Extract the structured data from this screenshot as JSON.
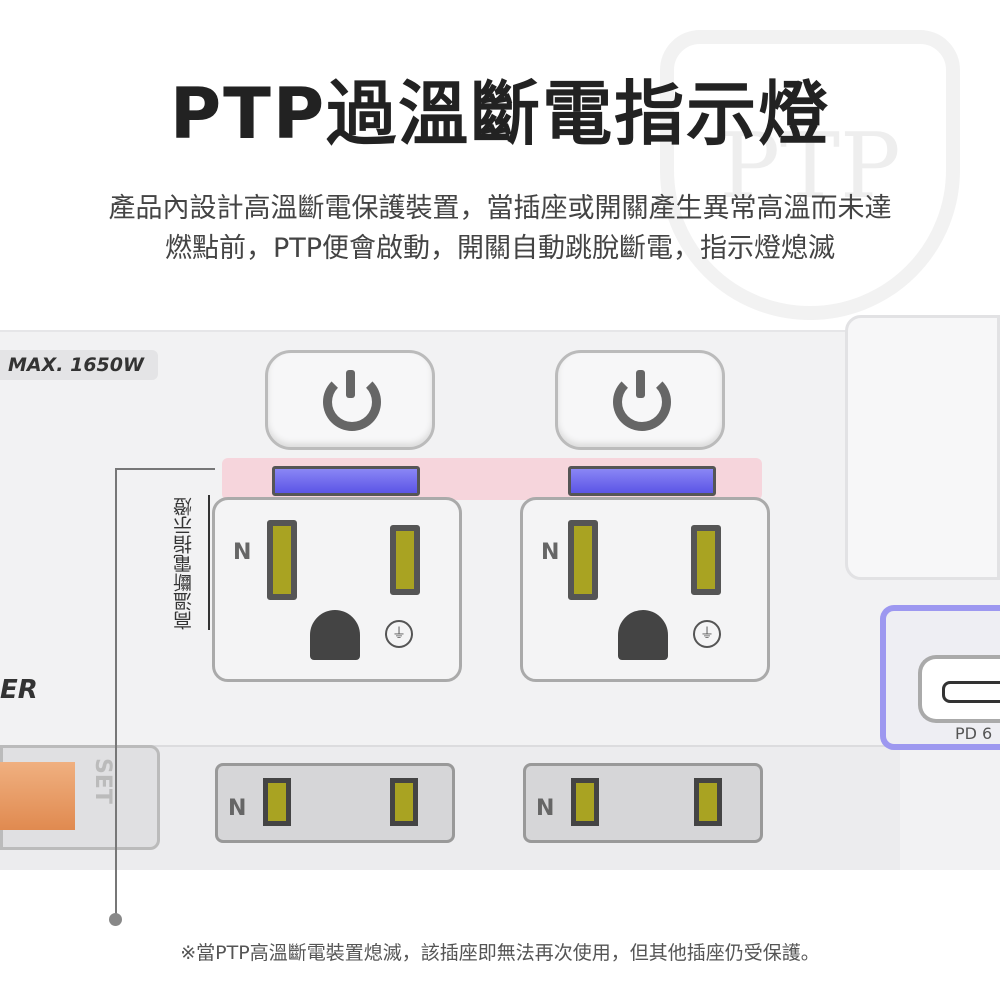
{
  "header": {
    "title": "PTP過溫斷電指示燈",
    "subtitle_line1": "產品內設計高溫斷電保護裝置，當插座或開關產生異常高溫而未達",
    "subtitle_line2": "燃點前，PTP便會啟動，開關自動跳脫斷電，指示燈熄滅"
  },
  "watermark": "PTP",
  "product": {
    "max_label": "MAX. 1650W",
    "er_label": "ER",
    "indicator_label": "高溫斷電指示燈",
    "outlet_n": "N",
    "reset_label": "SET",
    "pd_label": "PD 6",
    "ground": "⏚"
  },
  "footer": {
    "note": "※當PTP高溫斷電裝置熄滅，該插座即無法再次使用，但其他插座仍受保護。"
  },
  "colors": {
    "led": "#6b66ee",
    "slot": "#a9a322",
    "highlight": "#fbd0d6"
  }
}
